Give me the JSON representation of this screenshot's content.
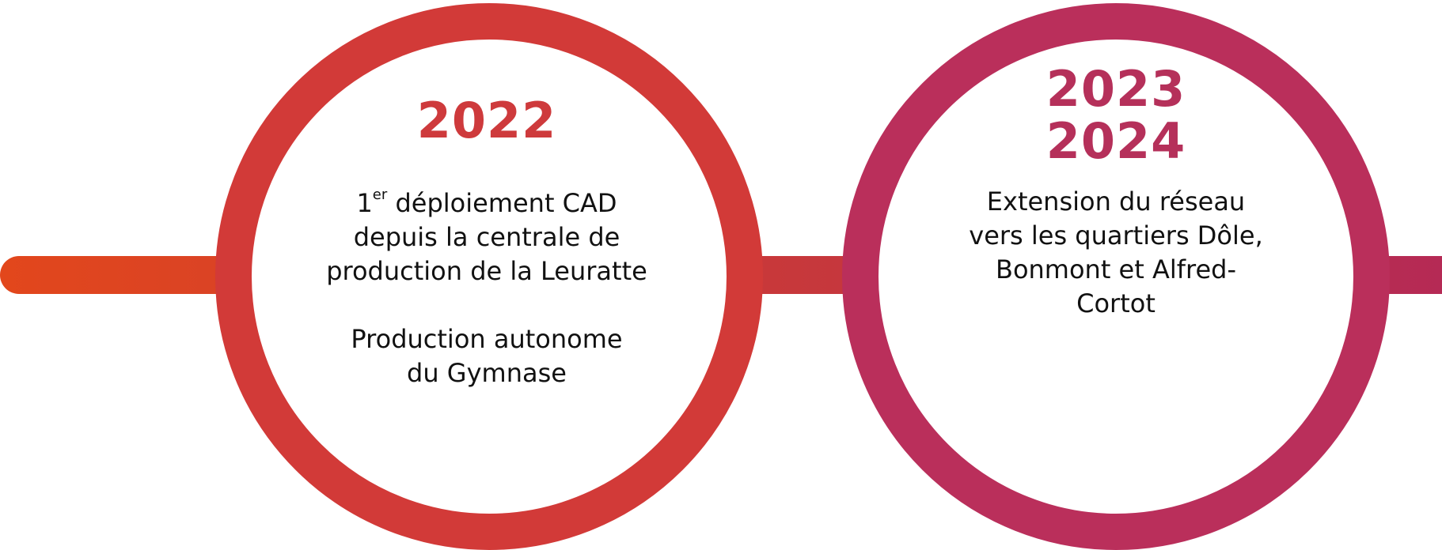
{
  "colors": {
    "line_start": "#E2471C",
    "line_mid": "#C7383B",
    "line_end": "#B52A55",
    "ring_2022": "#D23A38",
    "ring_2023": "#BA2F5B",
    "year_2022": "#CE3A3C",
    "year_2023": "#B5305A",
    "text": "#111111"
  },
  "milestones": [
    {
      "year": "2022",
      "line1_number": "1",
      "line1_sup": "er",
      "line1_rest": " déploiement CAD",
      "line2": "depuis la centrale de",
      "line3": "production de la Leuratte",
      "line4": "Production autonome",
      "line5": "du Gymnase"
    },
    {
      "year_a": "2023",
      "year_b": "2024",
      "line1": "Extension du réseau",
      "line2": "vers les quartiers Dôle,",
      "line3": "Bonmont et Alfred-",
      "line4": "Cortot"
    }
  ]
}
